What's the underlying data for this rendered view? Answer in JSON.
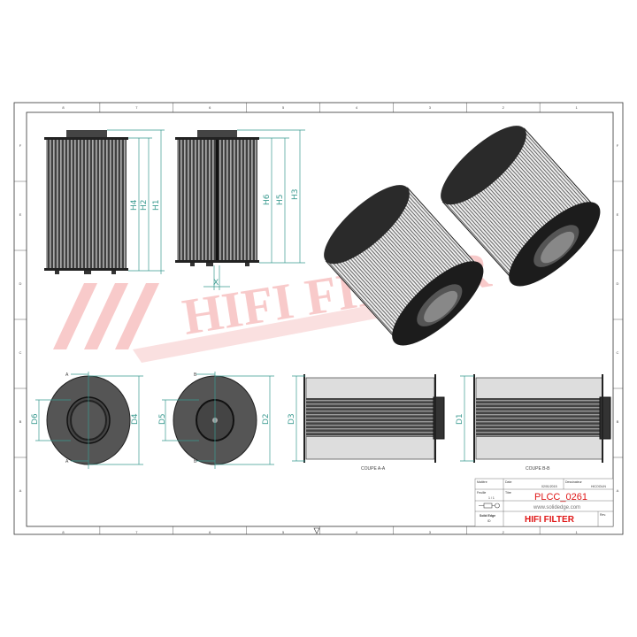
{
  "watermark": "HIFI FILTER",
  "dimensions": {
    "front_view_1": [
      "H4",
      "H2",
      "H1"
    ],
    "front_view_2": [
      "H6",
      "H5",
      "H3"
    ],
    "offset": "X",
    "end_view_1": [
      "D6",
      "D4"
    ],
    "end_view_2": [
      "D5",
      "D2"
    ],
    "section_a": "D3",
    "section_b": "D1"
  },
  "section_markers": {
    "a": "A",
    "b": "B"
  },
  "section_labels": {
    "a": "COUPE A-A",
    "b": "COUPE B-B"
  },
  "title_block": {
    "material_label": "Matière",
    "date_label": "Date",
    "date": "02/01/2015",
    "designer_label": "Dessinateur",
    "designer": "HICOOLIN",
    "sheet_label": "Feuille",
    "sheet": "1 / 1",
    "title_label": "Titre",
    "title": "PLCC_0261",
    "website": "www.solidedge.com",
    "software": "Solid Edge",
    "software_sub": "ID",
    "brand": "HIFI FILTER",
    "rev_label": "Rev."
  },
  "border": {
    "columns": [
      "8",
      "7",
      "6",
      "5",
      "4",
      "3",
      "2",
      "1"
    ],
    "rows": [
      "F",
      "E",
      "D",
      "C",
      "B",
      "A"
    ]
  },
  "colors": {
    "dimension": "#3a9a90",
    "brand_red": "#e01818",
    "watermark": "#f3b0b0"
  }
}
